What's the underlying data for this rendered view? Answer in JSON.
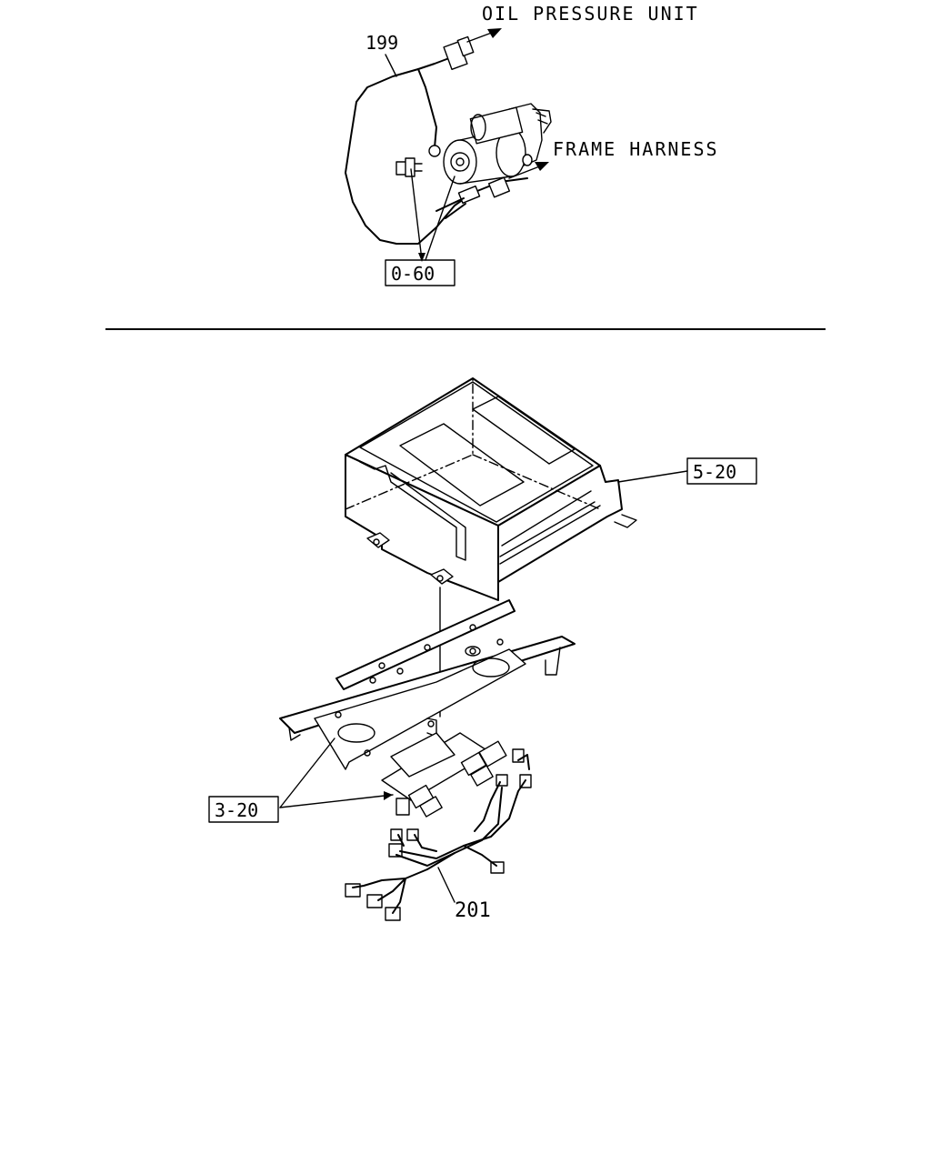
{
  "top_section": {
    "callout_oil": "OIL PRESSURE UNIT",
    "callout_frame": "FRAME HARNESS",
    "part_harness": "199",
    "ref_box": "0-60"
  },
  "bottom_section": {
    "ref_box_top": "5-20",
    "ref_box_frame": "3-20",
    "part_harness": "201"
  }
}
